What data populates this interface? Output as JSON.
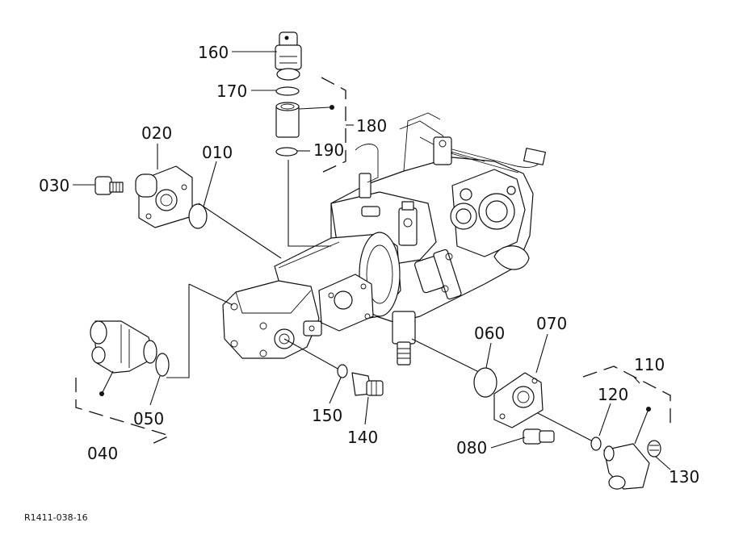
{
  "callouts": {
    "p010": "010",
    "p020": "020",
    "p030": "030",
    "p040": "040",
    "p050": "050",
    "p060": "060",
    "p070": "070",
    "p080": "080",
    "p110": "110",
    "p120": "120",
    "p130": "130",
    "p140": "140",
    "p150": "150",
    "p160": "160",
    "p170": "170",
    "p180": "180",
    "p190": "190"
  },
  "reference_code": "R1411-038-16"
}
